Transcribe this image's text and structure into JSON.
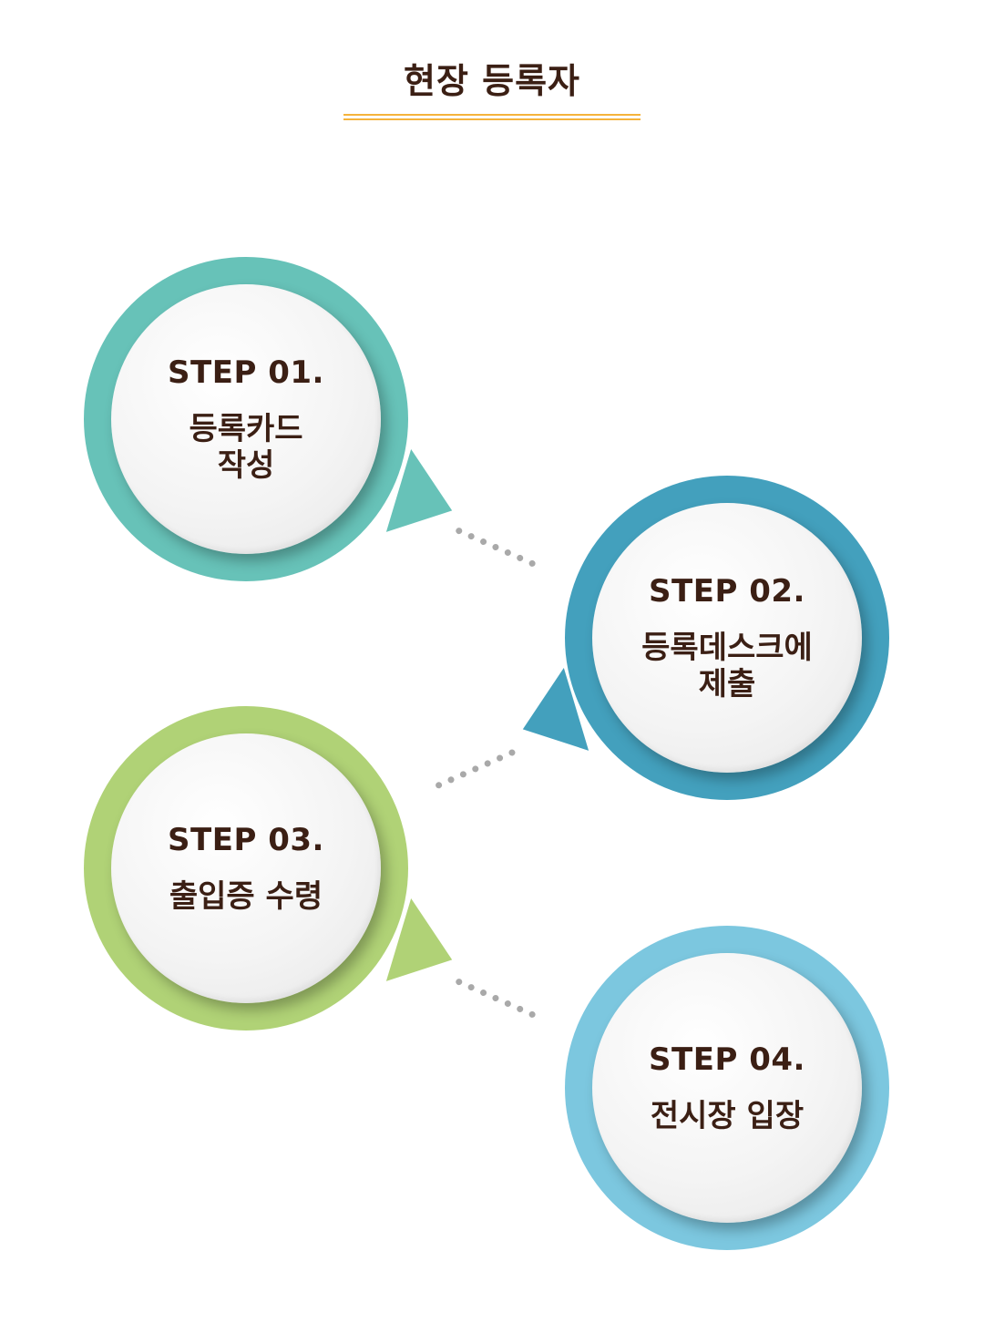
{
  "header": {
    "title": "현장 등록자"
  },
  "colors": {
    "title_text": "#3b1f14",
    "underline": "#f5b33b",
    "connector": "#a9a9a9",
    "step1_ring": "#67c2b8",
    "step2_ring": "#43a0bd",
    "step3_ring": "#b0d276",
    "step4_ring": "#7cc7df"
  },
  "steps": [
    {
      "label": "STEP 01.",
      "text": "등록카드\n작성"
    },
    {
      "label": "STEP 02.",
      "text": "등록데스크에\n제출"
    },
    {
      "label": "STEP 03.",
      "text": "출입증 수령"
    },
    {
      "label": "STEP 04.",
      "text": "전시장 입장"
    }
  ]
}
